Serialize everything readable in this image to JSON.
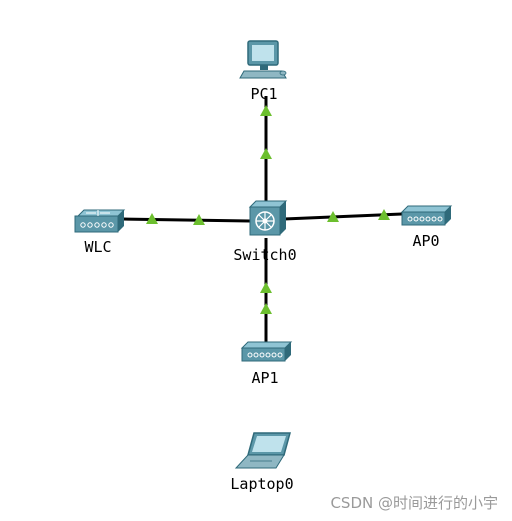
{
  "topology": {
    "devices": [
      {
        "id": "pc1",
        "label": "PC1",
        "icon": "desktop-pc-icon"
      },
      {
        "id": "switch0",
        "label": "Switch0",
        "icon": "multilayer-switch-icon"
      },
      {
        "id": "wlc",
        "label": "WLC",
        "icon": "wireless-lan-controller-icon"
      },
      {
        "id": "ap0",
        "label": "AP0",
        "icon": "access-point-icon"
      },
      {
        "id": "ap1",
        "label": "AP1",
        "icon": "access-point-icon"
      },
      {
        "id": "laptop0",
        "label": "Laptop0",
        "icon": "laptop-icon"
      }
    ],
    "links": [
      {
        "from": "switch0",
        "to": "pc1",
        "status": "up"
      },
      {
        "from": "switch0",
        "to": "wlc",
        "status": "up"
      },
      {
        "from": "switch0",
        "to": "ap0",
        "status": "up"
      },
      {
        "from": "switch0",
        "to": "ap1",
        "status": "up"
      }
    ]
  },
  "colors": {
    "link": "#000000",
    "link_up": "#6cbf2e",
    "device_body": "#5b97a8",
    "device_dark": "#2f6a7a",
    "device_light": "#a9d3df"
  },
  "watermark": "CSDN @时间进行的小宇"
}
